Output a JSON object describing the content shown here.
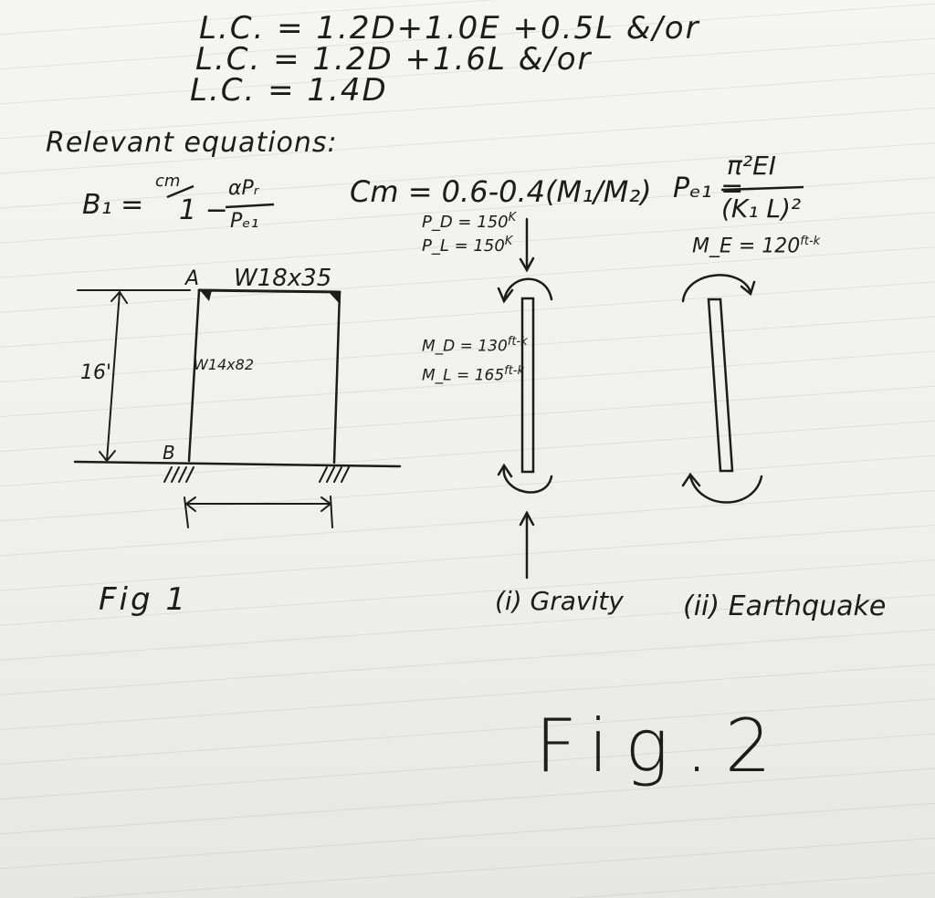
{
  "notes": {
    "load_combinations": [
      "L.C. = 1.2D+1.0E +0.5L &/or",
      "L.C. = 1.2D +1.6L &/or",
      "L.C. = 1.4D"
    ],
    "relevant_heading": "Relevant equations:",
    "eq_b1": {
      "lhs": "B₁ =",
      "numerator": "cm",
      "denominator_one": "1 −",
      "frac_num": "αPᵣ",
      "frac_den": "Pₑ₁"
    },
    "eq_cm": "Cm = 0.6-0.4(M₁/M₂)",
    "eq_pe": {
      "lhs": "Pₑ₁ =",
      "numerator": "π²EI",
      "denominator": "(K₁ L)²"
    }
  },
  "figure1": {
    "beam_label": "W18x35",
    "column_label": "W14x82",
    "point_a": "A",
    "point_b": "B",
    "height_label": "16'",
    "caption": "Fig 1"
  },
  "gravity": {
    "pd": "P_D = 150",
    "pd_unit": "K",
    "pl": "P_L = 150",
    "pl_unit": "K",
    "md": "M_D = 130",
    "md_unit": "ft-k",
    "ml": "M_L = 165",
    "ml_unit": "ft-k",
    "caption": "(i) Gravity"
  },
  "earthquake": {
    "me": "M_E = 120",
    "me_unit": "ft-k",
    "caption": "(ii) Earthquake"
  },
  "figure2_caption": "Fig.2",
  "colors": {
    "ink": "#1c1c1c",
    "paper": "#f2f2f0",
    "rule": "#aab0ba"
  }
}
